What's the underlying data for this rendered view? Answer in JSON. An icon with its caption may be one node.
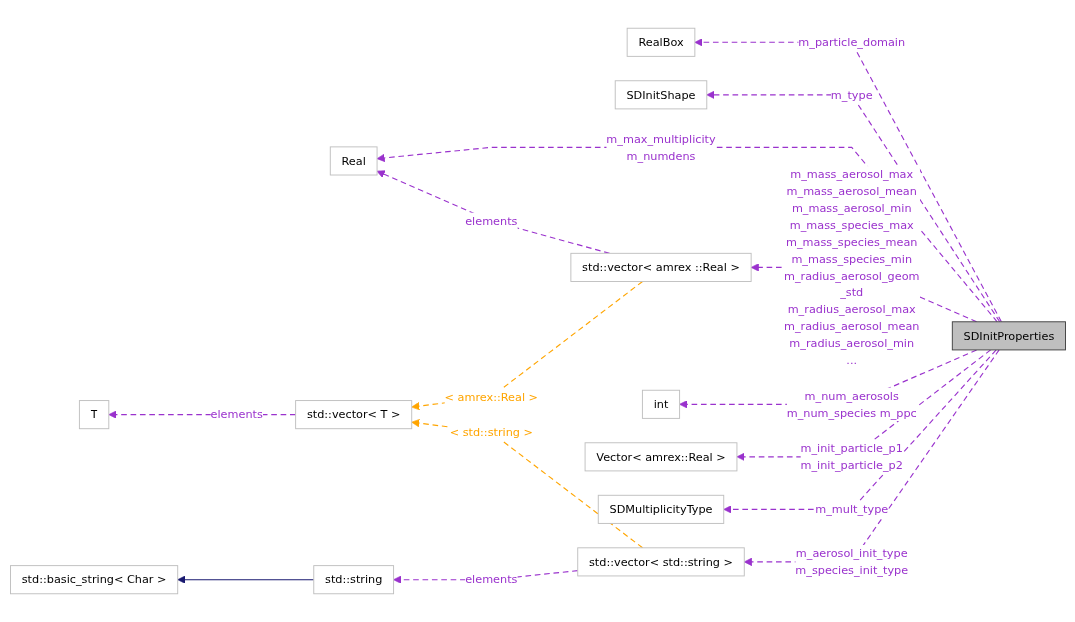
{
  "diagram": {
    "nodes": [
      {
        "text": [
          "SDInitProperties"
        ]
      },
      {
        "text": [
          "RealBox"
        ]
      },
      {
        "text": [
          "SDInitShape"
        ]
      },
      {
        "text": [
          "Real"
        ]
      },
      {
        "text": [
          "std::vector< amrex ::Real >"
        ]
      },
      {
        "text": [
          "T"
        ]
      },
      {
        "text": [
          "std::vector< T >"
        ]
      },
      {
        "text": [
          "std::basic_string< Char >"
        ]
      },
      {
        "text": [
          "std::string"
        ]
      },
      {
        "text": [
          "std::vector< std::string >"
        ]
      },
      {
        "text": [
          "int"
        ]
      },
      {
        "text": [
          "Vector< amrex::Real >"
        ]
      },
      {
        "text": [
          "SDMultiplicityType"
        ]
      }
    ],
    "edges": [
      {
        "from": 0,
        "to": 1,
        "arrow": "to",
        "style": "dashed",
        "label": "m_particle_domain"
      },
      {
        "from": 0,
        "to": 2,
        "arrow": "to",
        "style": "dashed",
        "label": "m_type"
      },
      {
        "from": 0,
        "to": 3,
        "arrow": "to",
        "style": "dashed",
        "label": "m_max_multiplicity m_numdens"
      },
      {
        "from": 0,
        "to": 4,
        "arrow": "to",
        "style": "dashed",
        "label": "m_mass_aerosol_max m_mass_aerosol_mean m_mass_aerosol_min m_mass_species_max m_mass_species_mean m_mass_species_min m_radius_aerosol_geom _std m_radius_aerosol_max m_radius_aerosol_mean m_radius_aerosol_min ..."
      },
      {
        "from": 0,
        "to": 9,
        "arrow": "to",
        "style": "dashed",
        "label": "m_aerosol_init_type m_species_init_type"
      },
      {
        "from": 0,
        "to": 10,
        "arrow": "to",
        "style": "dashed",
        "label": "m_num_aerosols m_num_species m_ppc"
      },
      {
        "from": 0,
        "to": 11,
        "arrow": "to",
        "style": "dashed",
        "label": "m_init_particle_p1 m_init_particle_p2"
      },
      {
        "from": 0,
        "to": 12,
        "arrow": "to",
        "style": "dashed",
        "label": "m_mult_type"
      },
      {
        "from": 4,
        "to": 3,
        "arrow": "to",
        "style": "dashed",
        "label": "elements"
      },
      {
        "from": 4,
        "to": 6,
        "arrow": "to",
        "style": "dashed",
        "color": "#ffa500",
        "label": "< amrex::Real >"
      },
      {
        "from": 9,
        "to": 6,
        "arrow": "to",
        "style": "dashed",
        "color": "#ffa500",
        "label": "< std::string >"
      },
      {
        "from": 6,
        "to": 5,
        "arrow": "to",
        "style": "dashed",
        "label": "elements"
      },
      {
        "from": 9,
        "to": 8,
        "arrow": "to",
        "style": "dashed",
        "label": "elements"
      },
      {
        "from": 8,
        "to": 7,
        "arrow": "to",
        "color": "#191970"
      }
    ]
  }
}
